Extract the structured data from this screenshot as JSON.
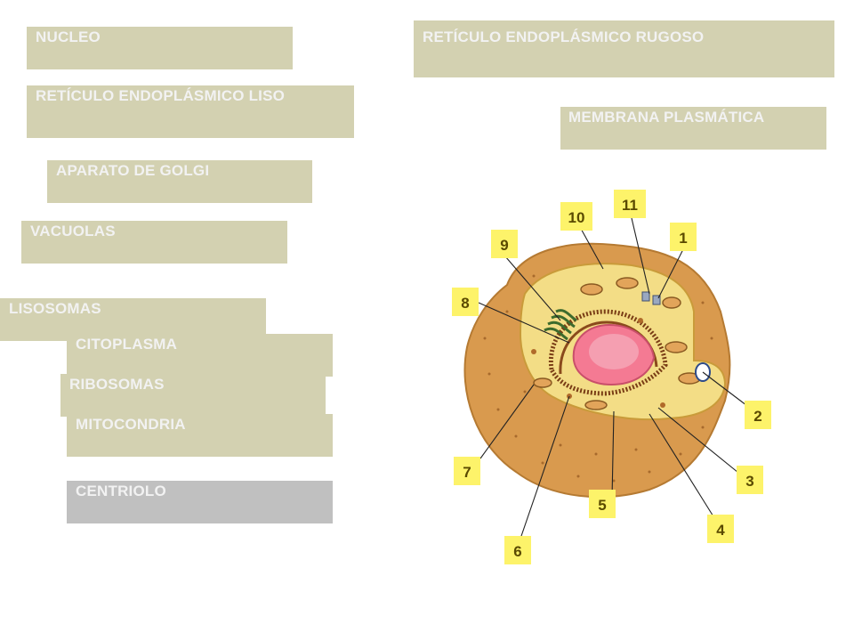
{
  "labels": {
    "nucleo": "NUCLEO",
    "rer": "RETÍCULO ENDOPLÁSMICO RUGOSO",
    "rel": "RETÍCULO ENDOPLÁSMICO LISO",
    "membrana": "MEMBRANA PLASMÁTICA",
    "golgi": "APARATO DE GOLGI",
    "vacuolas": "VACUOLAS",
    "lisosomas": "LISOSOMAS",
    "citoplasma": "CITOPLASMA",
    "ribosomas": "RIBOSOMAS",
    "mitocondria": "MITOCONDRIA",
    "centriolo": "CENTRIOLO"
  },
  "diagram": {
    "numbers": [
      "1",
      "2",
      "3",
      "4",
      "5",
      "6",
      "7",
      "8",
      "9",
      "10",
      "11"
    ]
  },
  "colors": {
    "label_box": "#d3d1b1",
    "label_box_gray": "#c0c0c0",
    "label_text": "#f2f2f2",
    "number_tag": "#fdf36a",
    "cell_outer": "#d99a4e",
    "cytoplasm": "#f3dd86",
    "nucleus": "#f47a93"
  }
}
